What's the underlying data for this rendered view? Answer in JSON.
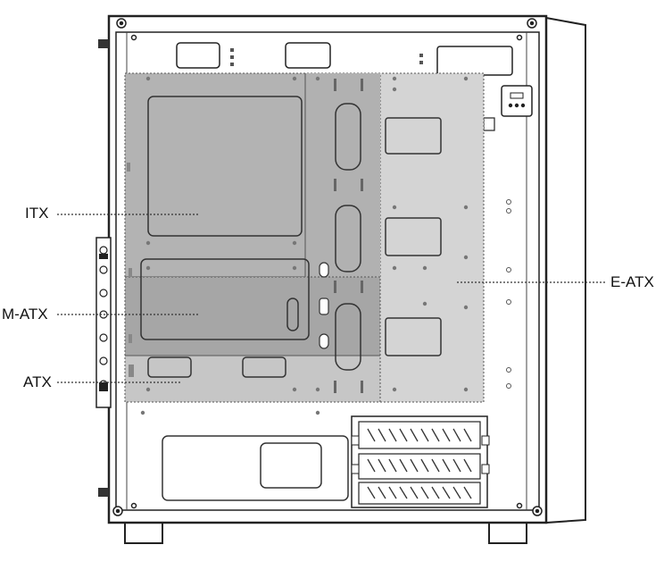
{
  "labels": {
    "itx": "ITX",
    "matx": "M-ATX",
    "atx": "ATX",
    "eatx": "E-ATX"
  },
  "colors": {
    "outline": "#222222",
    "itx_fill": "#b3b3b3",
    "matx_fill": "#a6a6a6",
    "atx_fill": "#c6c6c6",
    "eatx_fill": "#d4d4d4",
    "leader": "#333333"
  }
}
